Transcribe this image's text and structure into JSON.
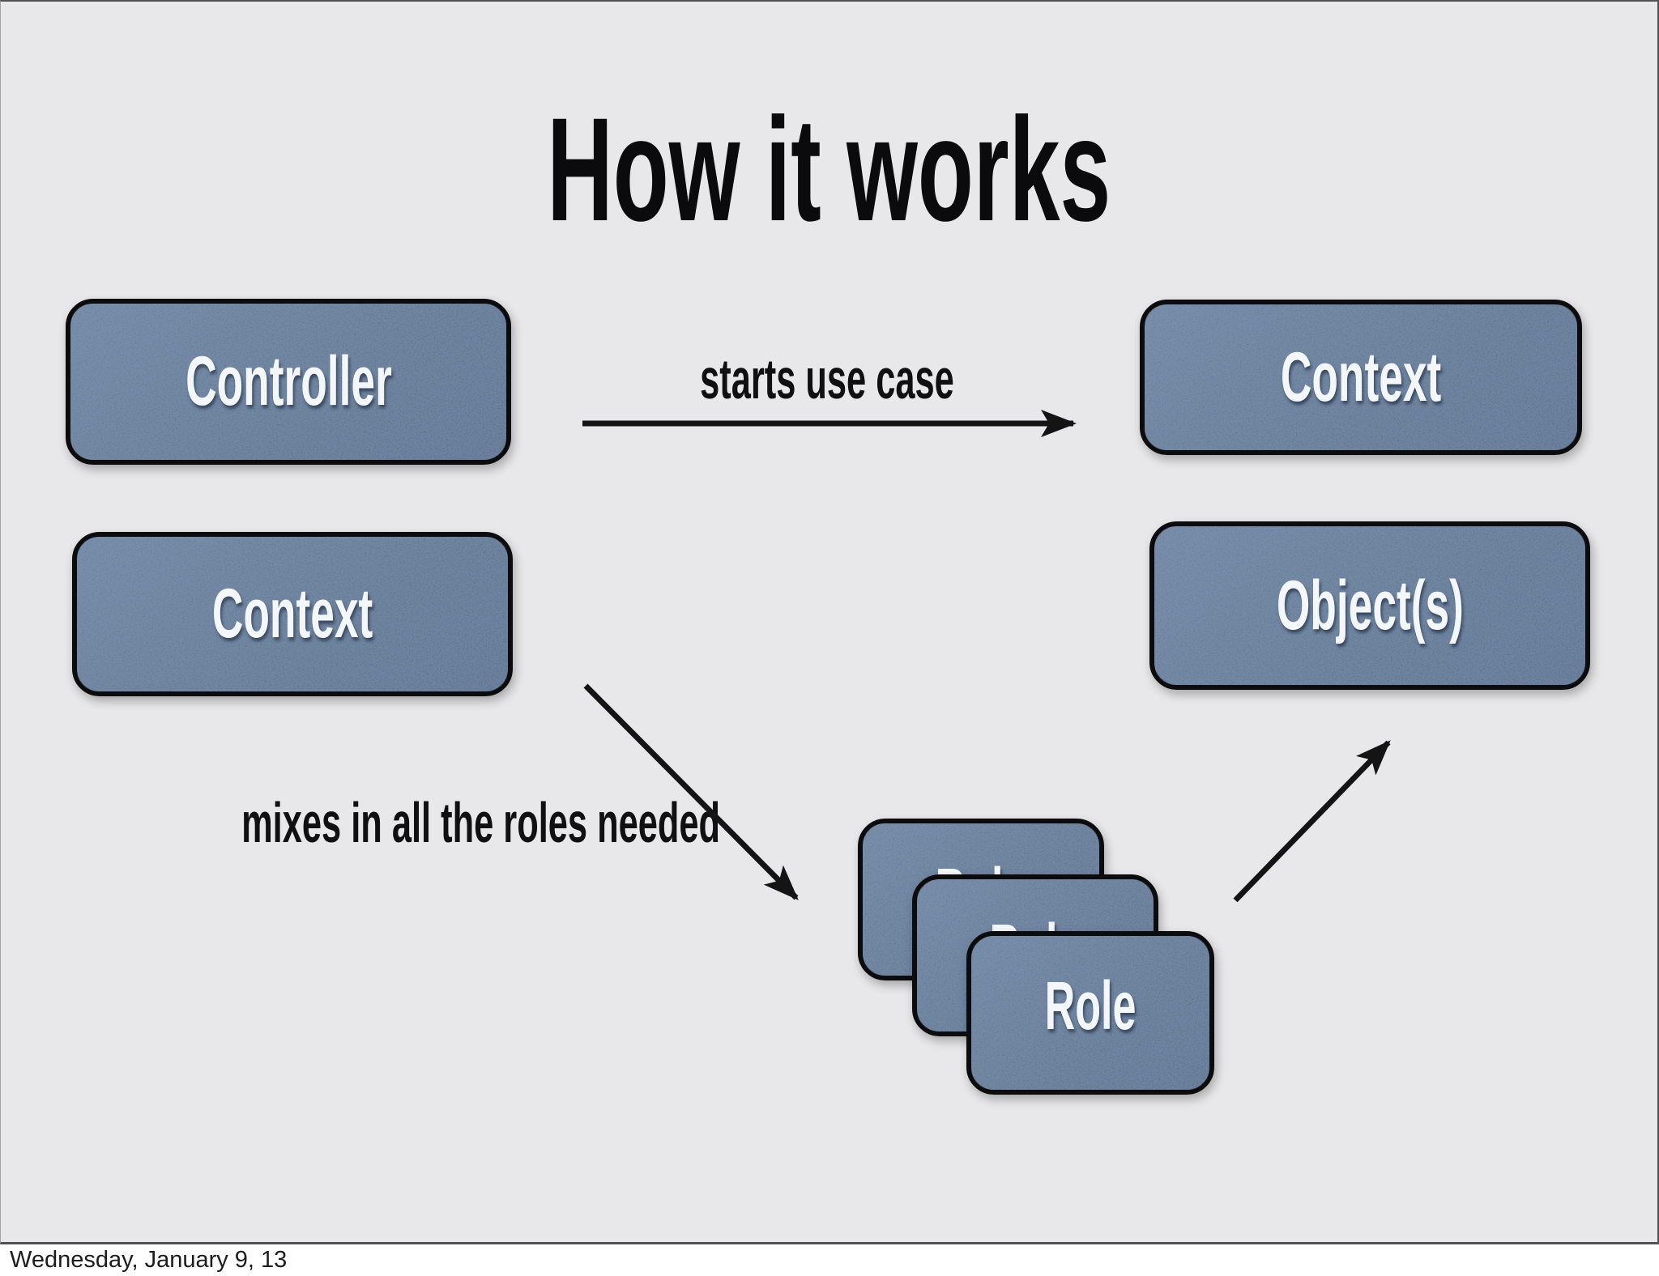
{
  "slide": {
    "title": "How it works",
    "boxes": {
      "controller": "Controller",
      "context_top": "Context",
      "context_left": "Context",
      "objects": "Object(s)",
      "role": "Role"
    },
    "labels": {
      "starts_use_case": "starts use case",
      "mixes_roles": "mixes in all the roles needed"
    },
    "connections": [
      {
        "from": "Controller",
        "to": "Context",
        "label": "starts use case"
      },
      {
        "from": "Context",
        "to": "Role",
        "label": "mixes in all the roles needed"
      },
      {
        "from": "Role",
        "to": "Object(s)",
        "label": ""
      }
    ],
    "role_stack_count": 3,
    "colors": {
      "background": "#e8e8ea",
      "box_fill": "#5d7492",
      "box_border": "#0c0c0e",
      "box_text": "#f4f7fa",
      "arrow": "#141414",
      "title_text": "#0b0b0d"
    }
  },
  "footer": {
    "date_text": "Wednesday, January 9, 13"
  }
}
